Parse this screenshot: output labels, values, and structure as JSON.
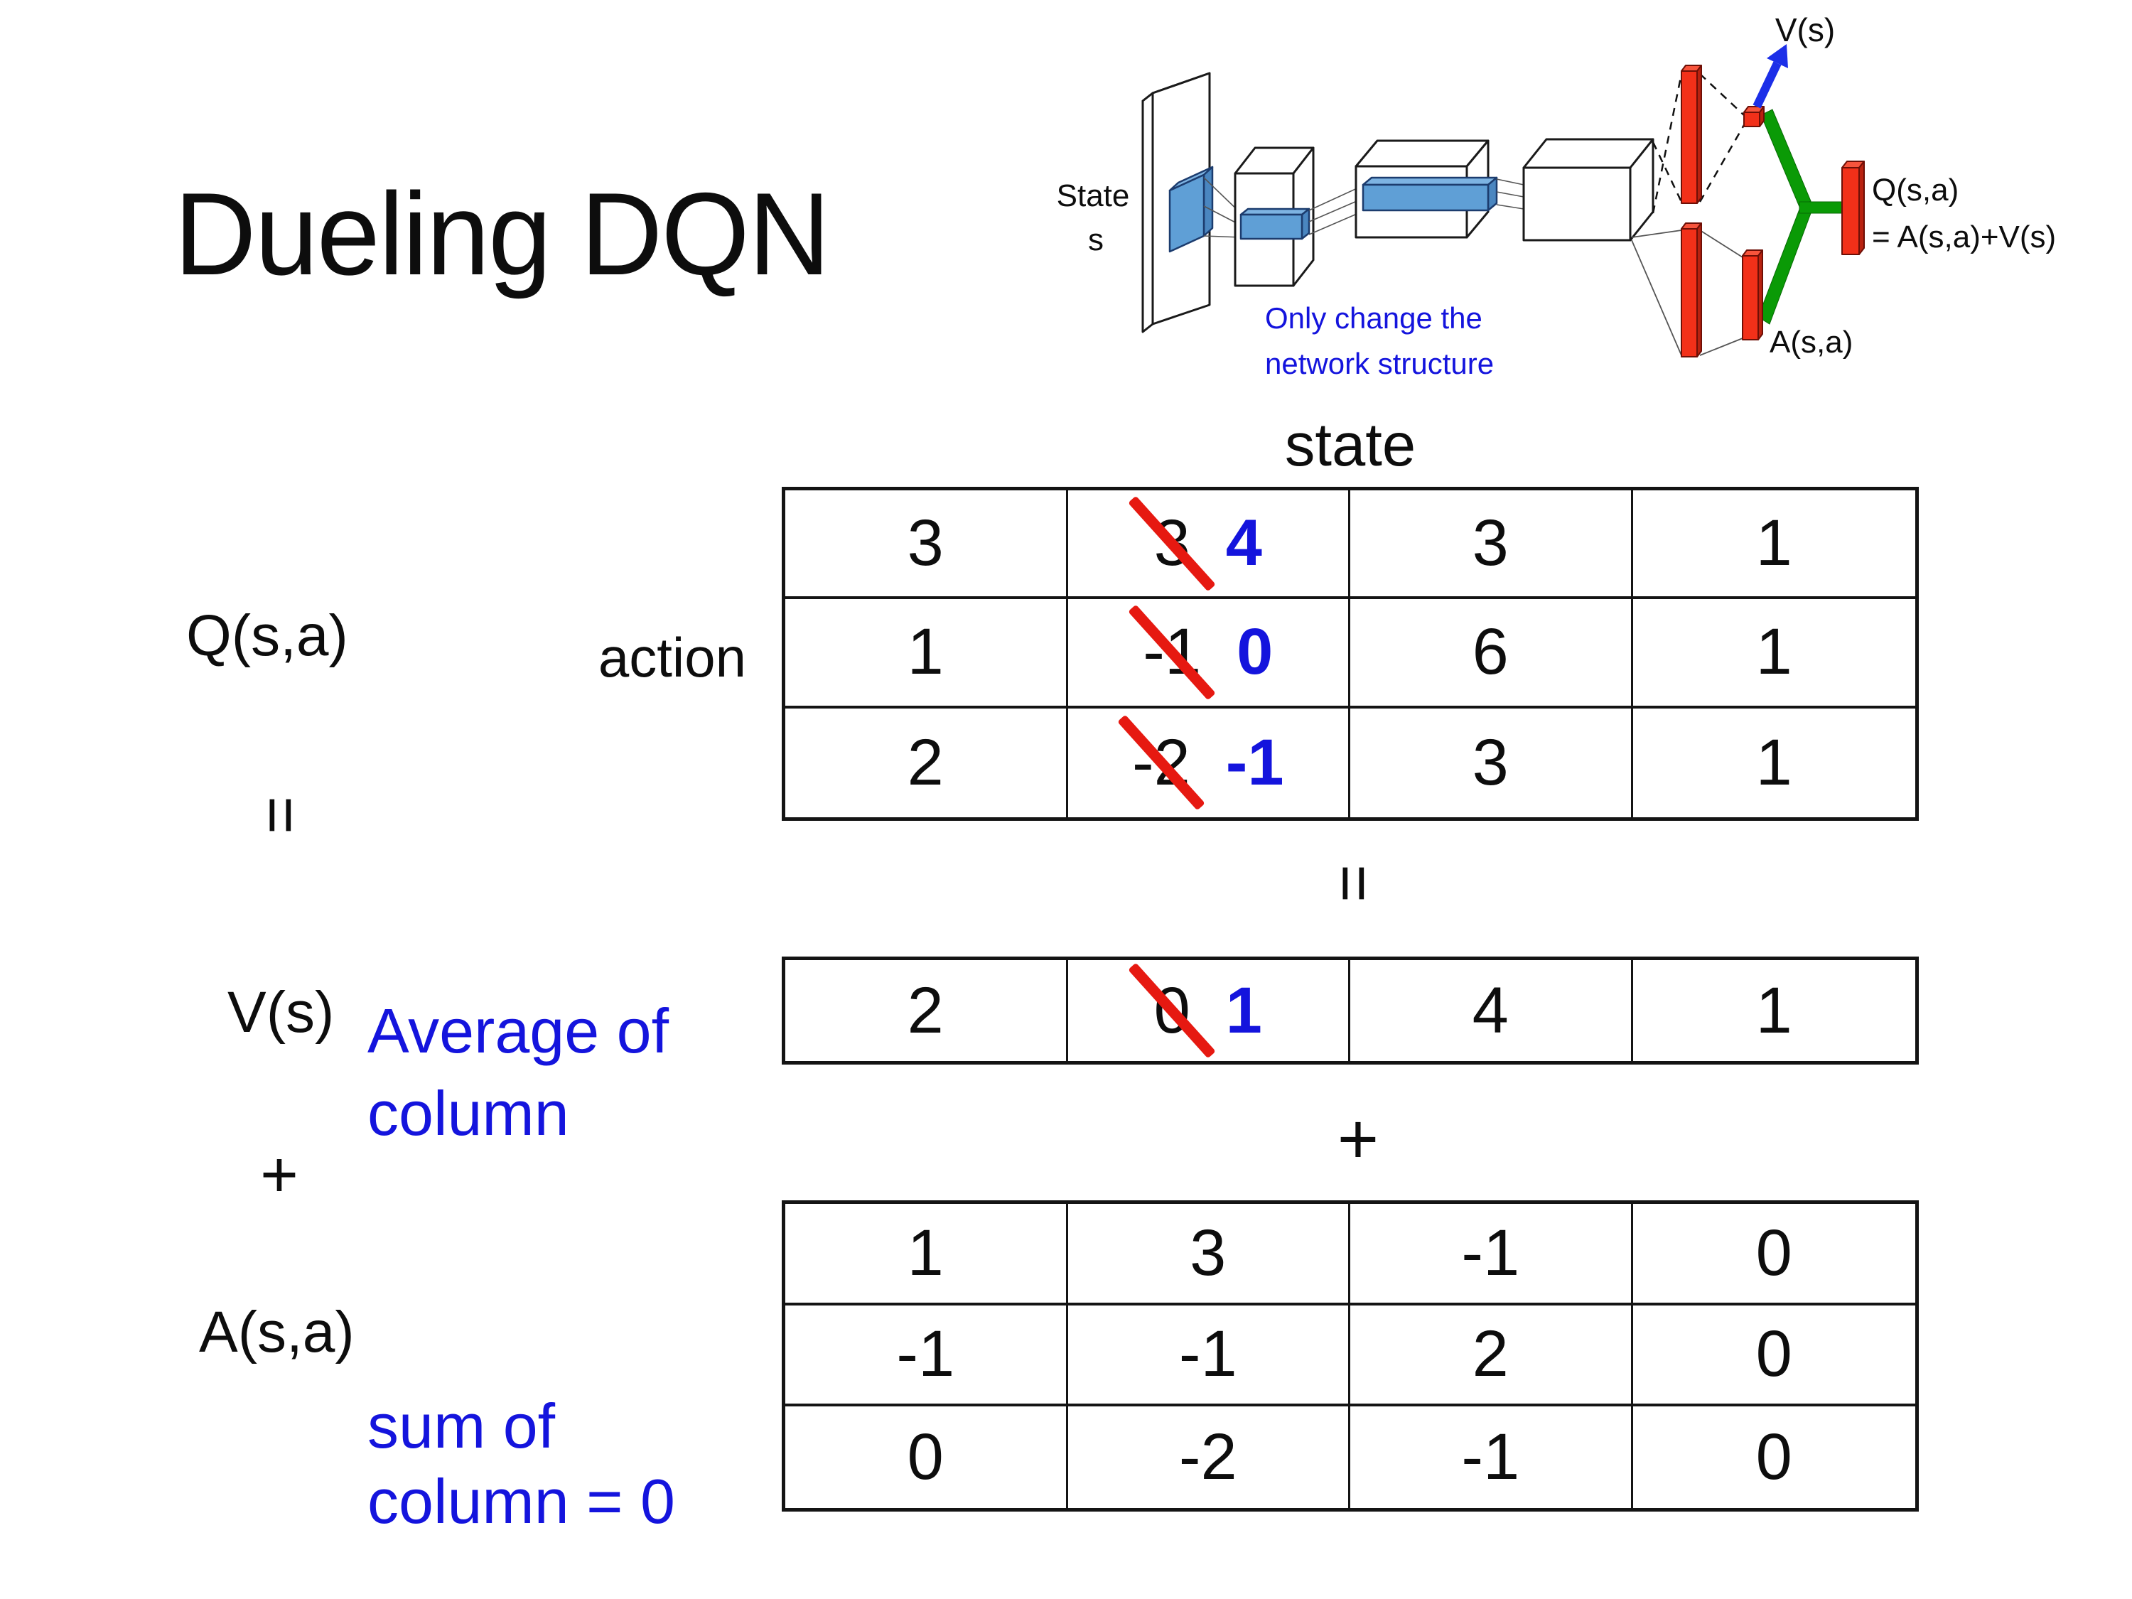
{
  "title": "Dueling DQN",
  "network_diagram": {
    "state_label_line1": "State",
    "state_label_line2": "s",
    "note_line1": "Only change the",
    "note_line2": "network structure",
    "v_output_label": "V(s)",
    "q_output_line1": "Q(s,a)",
    "q_output_line2": "= A(s,a)+V(s)",
    "a_output_label": "A(s,a)"
  },
  "equation": {
    "q_label": "Q(s,a)",
    "left_equals": "=",
    "v_label": "V(s)",
    "left_plus": "+",
    "a_label": "A(s,a)",
    "state_header": "state",
    "action_label": "action",
    "center_equals": "=",
    "center_plus": "+",
    "avg_note_line1": "Average of",
    "avg_note_line2": "column",
    "sum_note_line1": "sum of",
    "sum_note_line2": "column = 0"
  },
  "q_table": {
    "rows": [
      [
        {
          "value": "3"
        },
        {
          "crossed": "3",
          "replacement": "4"
        },
        {
          "value": "3"
        },
        {
          "value": "1"
        }
      ],
      [
        {
          "value": "1"
        },
        {
          "crossed": "-1",
          "replacement": "0"
        },
        {
          "value": "6"
        },
        {
          "value": "1"
        }
      ],
      [
        {
          "value": "2"
        },
        {
          "crossed": "-2",
          "replacement": "-1"
        },
        {
          "value": "3"
        },
        {
          "value": "1"
        }
      ]
    ]
  },
  "v_table": {
    "rows": [
      [
        {
          "value": "2"
        },
        {
          "crossed": "0",
          "replacement": "1"
        },
        {
          "value": "4"
        },
        {
          "value": "1"
        }
      ]
    ]
  },
  "a_table": {
    "rows": [
      [
        {
          "value": "1"
        },
        {
          "value": "3"
        },
        {
          "value": "-1"
        },
        {
          "value": "0"
        }
      ],
      [
        {
          "value": "-1"
        },
        {
          "value": "-1"
        },
        {
          "value": "2"
        },
        {
          "value": "0"
        }
      ],
      [
        {
          "value": "0"
        },
        {
          "value": "-2"
        },
        {
          "value": "-1"
        },
        {
          "value": "0"
        }
      ]
    ]
  },
  "colors": {
    "accent_blue": "#1414dd",
    "strike_red": "#e61911",
    "bar_red": "#f23019",
    "merge_green": "#0a9a06",
    "feature_blue": "#5f9fd6",
    "arrow_blue": "#1c2fe8"
  }
}
